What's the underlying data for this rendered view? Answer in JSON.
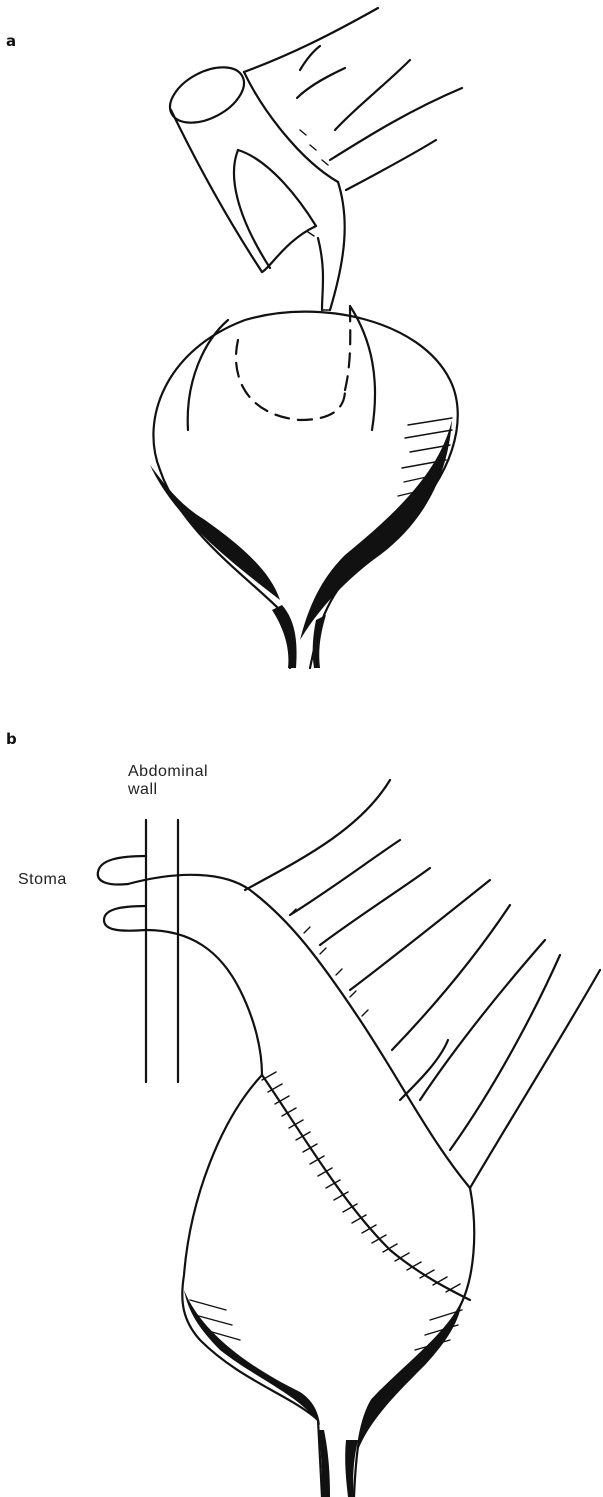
{
  "panels": {
    "a": {
      "label": "a"
    },
    "b": {
      "label": "b"
    }
  },
  "callouts": {
    "abdominal_wall_line1": "Abdominal",
    "abdominal_wall_line2": "wall",
    "stoma": "Stoma"
  }
}
